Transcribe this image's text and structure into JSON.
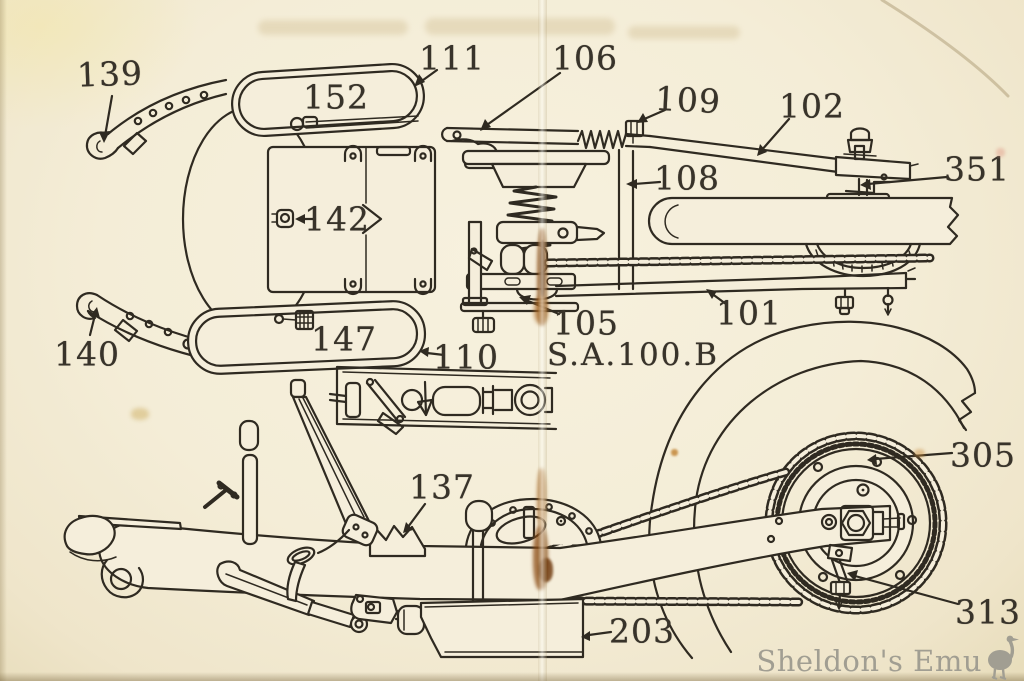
{
  "figure": {
    "model_code": "S.A.100.B",
    "part_labels": [
      {
        "text": "139"
      },
      {
        "text": "111"
      },
      {
        "text": "152"
      },
      {
        "text": "106"
      },
      {
        "text": "109"
      },
      {
        "text": "102"
      },
      {
        "text": "351"
      },
      {
        "text": "142"
      },
      {
        "text": "108"
      },
      {
        "text": "101"
      },
      {
        "text": "105"
      },
      {
        "text": "147"
      },
      {
        "text": "110"
      },
      {
        "text": "140"
      },
      {
        "text": "137"
      },
      {
        "text": "305"
      },
      {
        "text": "313"
      },
      {
        "text": "203"
      }
    ]
  },
  "watermark": {
    "text": "Sheldon's Emu",
    "icon": "emu-icon"
  },
  "colors": {
    "paper": "#f4edd7",
    "ink": "#2f2a21",
    "rust": "#9a5514",
    "watermark_gray": "#a19e92"
  }
}
